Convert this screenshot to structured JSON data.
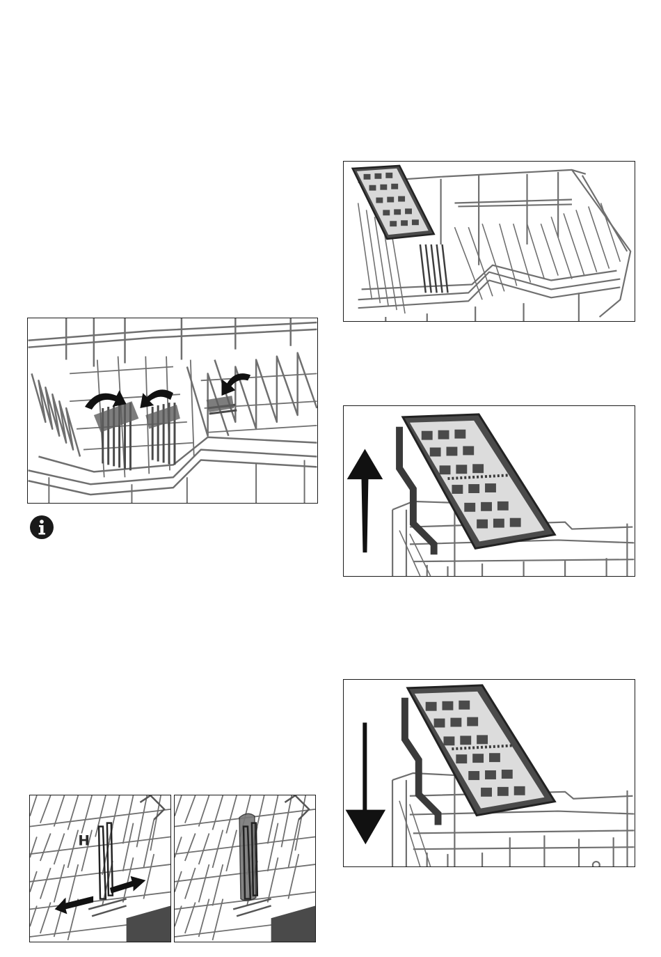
{
  "page": {
    "info_icon": "info-icon",
    "figures": [
      {
        "id": "rack-flaps",
        "content": "upper-rack-with-folding-tines",
        "arrows": [
          "curved-arrow-icon",
          "curved-arrow-icon",
          "curved-arrow-icon"
        ]
      },
      {
        "id": "basket-on",
        "content": "cutlery-basket-on-upper-rack"
      },
      {
        "id": "basket-up",
        "content": "cutlery-basket-lifted",
        "arrows": [
          "arrow-up-icon"
        ]
      },
      {
        "id": "basket-down",
        "content": "cutlery-basket-lowered",
        "arrows": [
          "arrow-up-down-icon"
        ]
      },
      {
        "id": "holder-a",
        "label": "H",
        "arrows": [
          "double-arrow-icon",
          "double-arrow-icon"
        ]
      },
      {
        "id": "holder-b",
        "content": "holder-with-glass"
      }
    ]
  },
  "colors": {
    "wire": "#6f6f6f",
    "wire_dark": "#3c3c3c",
    "basket": "#4a4a4a",
    "basket_edge": "#222222",
    "arrow": "#111111",
    "frame": "#1a1a1a"
  }
}
